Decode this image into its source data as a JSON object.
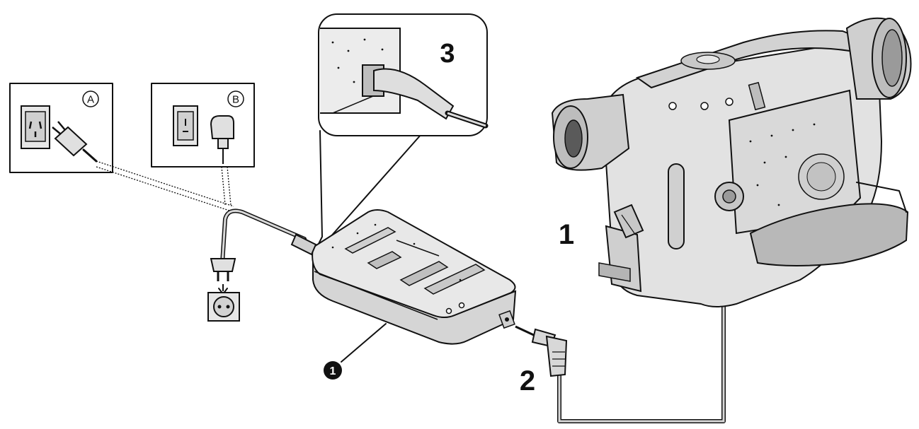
{
  "callouts": {
    "plug_a": "A",
    "plug_b": "B",
    "zoom_step": "3"
  },
  "steps": {
    "step_1": "1",
    "step_2": "2"
  },
  "parts": {
    "ac_adaptor_marker": "1"
  },
  "icons": {
    "outlet_a": "outlet-type-a-icon",
    "outlet_b": "outlet-type-b-icon",
    "outlet_round": "outlet-round-pin-icon"
  },
  "colors": {
    "line": "#111111",
    "device_fill": "#e4e4e4",
    "device_dark": "#9a9a9a",
    "background": "#ffffff"
  }
}
